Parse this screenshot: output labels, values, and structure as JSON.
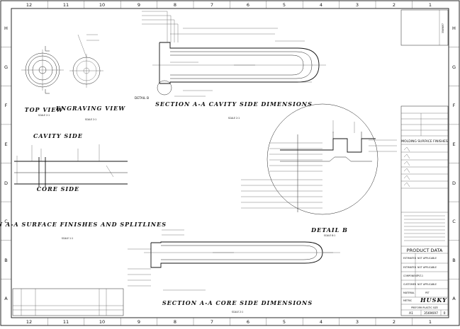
{
  "zones_top": [
    "12",
    "11",
    "10",
    "9",
    "8",
    "7",
    "6",
    "5",
    "4",
    "3",
    "2",
    "1"
  ],
  "zones_side": [
    "H",
    "G",
    "F",
    "E",
    "D",
    "C",
    "B",
    "A"
  ],
  "views": {
    "top_view": "TOP VIEW",
    "top_scale": "SCALE 2:1",
    "engraving_view": "ENGRAVING VIEW",
    "engraving_scale": "SCALE 2:1",
    "section_cavity": "SECTION A-A CAVITY SIDE DIMENSIONS",
    "section_cavity_scale": "SCALE 2:1",
    "cavity_side": "CAVITY SIDE",
    "core_side": "CORE SIDE",
    "section_finishes": "SECTION A-A SURFACE FINISHES AND SPLITLINES",
    "section_finishes_scale": "SCALE 1:1",
    "detail_b": "DETAIL B",
    "detail_b_scale": "SCALE 8:1",
    "section_core": "SECTION A-A CORE SIDE DIMENSIONS",
    "section_core_scale": "SCALE 2:1",
    "detail_label": "DETAIL B"
  },
  "title_block": {
    "molding_finishes": "MOLDING SURFACE FINISHES",
    "product_data": "PRODUCT DATA",
    "rows": [
      {
        "label": "ESTIMATED",
        "value": "NOT APPLICABLE"
      },
      {
        "label": "ESTIMATED",
        "value": "NOT APPLICABLE"
      },
      {
        "label": "COMPONENT",
        "value": "PLT-1"
      },
      {
        "label": "CUSTOMER",
        "value": "NOT APPLICABLE"
      }
    ],
    "material_label": "MATERIAL",
    "material_value": "PET",
    "company": "HUSKY",
    "title": "PREFORM PLASTIC SIZE",
    "size": "A1",
    "drawing_number": "3569697",
    "revision": "0",
    "side_number": "3569697",
    "metric": "METRIC"
  }
}
